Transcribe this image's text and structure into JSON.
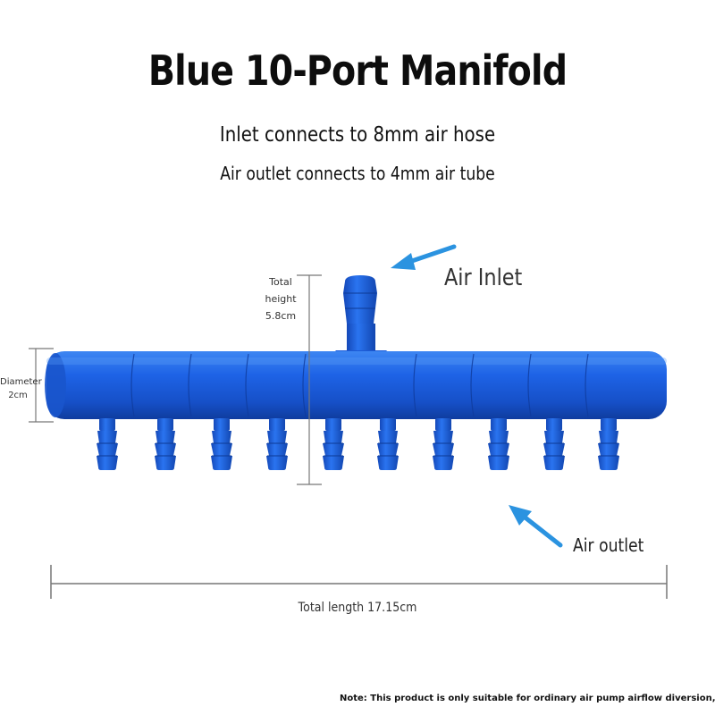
{
  "title": "Blue 10-Port Manifold",
  "subtitle_inlet": "Inlet connects to 8mm air hose",
  "subtitle_outlet": "Air outlet connects to 4mm air tube",
  "labels": {
    "air_inlet": "Air Inlet",
    "air_outlet": "Air outlet",
    "total_height_line1": "Total",
    "total_height_line2": "height",
    "total_height_value": "5.8cm",
    "diameter_line1": "Diameter",
    "diameter_value": "2cm",
    "total_length": "Total length 17.15cm"
  },
  "note": "Note: This product is only suitable for ordinary air pump airflow diversion, special use is p",
  "product": {
    "outlet_port_count": 10,
    "color": "#1a5fe0"
  },
  "colors": {
    "arrow": "#2b93e0",
    "dimension_line": "#777777"
  }
}
